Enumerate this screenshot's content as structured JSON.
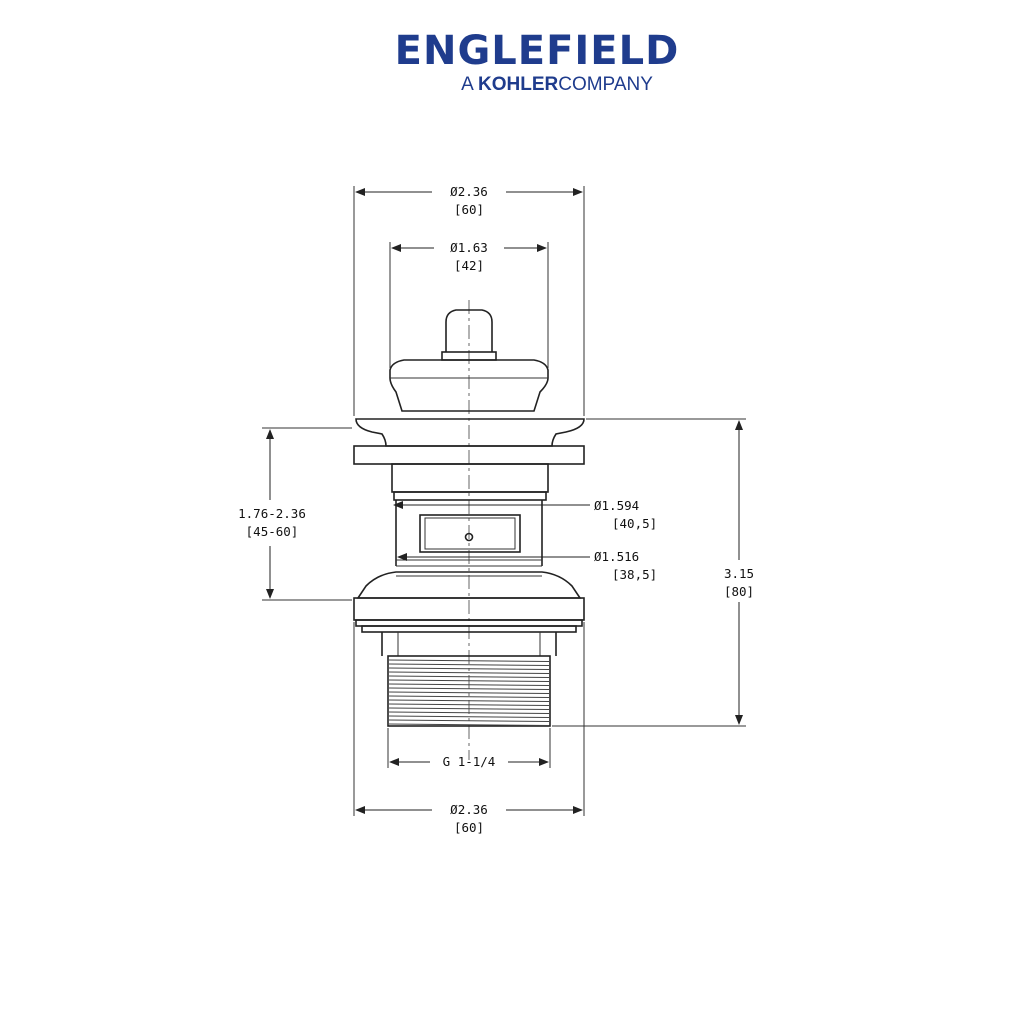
{
  "brand": {
    "name": "ENGLEFIELD",
    "tagline_prefix": "A",
    "tagline_company": "KOHLER",
    "tagline_suffix": "COMPANY",
    "color": "#1f3c8d"
  },
  "dimensions": {
    "top_overall": {
      "value": "Ø2.36",
      "metric": "[60]"
    },
    "top_cap": {
      "value": "Ø1.63",
      "metric": "[42]"
    },
    "body_upper": {
      "value": "Ø1.594",
      "metric": "[40,5]"
    },
    "body_lower": {
      "value": "Ø1.516",
      "metric": "[38,5]"
    },
    "height_range": {
      "value": "1.76-2.36",
      "metric": "[45-60]"
    },
    "total_height": {
      "value": "3.15",
      "metric": "[80]"
    },
    "thread": {
      "value": "G 1-1/4"
    },
    "bottom_overall": {
      "value": "Ø2.36",
      "metric": "[60]"
    }
  }
}
